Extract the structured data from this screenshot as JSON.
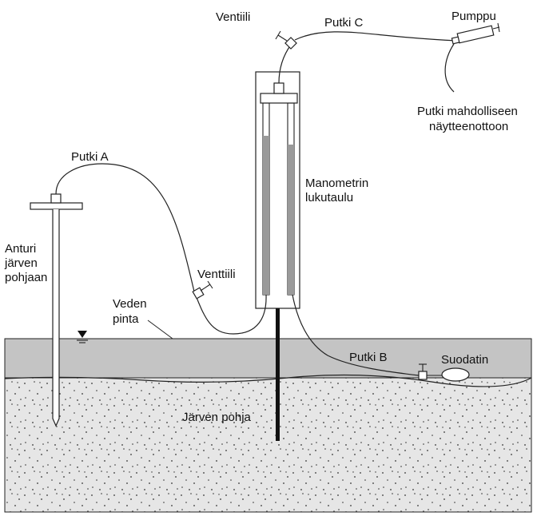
{
  "labels": {
    "ventiili": "Ventiili",
    "putki_c": "Putki C",
    "pumppu": "Pumppu",
    "putki_sampling_1": "Putki mahdolliseen",
    "putki_sampling_2": "näytteenottoon",
    "putki_a": "Putki A",
    "manometer_1": "Manometrin",
    "manometer_2": "lukutaulu",
    "anturi_1": "Anturi",
    "anturi_2": "järven",
    "anturi_3": "pohjaan",
    "venttiili": "Venttiili",
    "veden_1": "Veden",
    "veden_2": "pinta",
    "putki_b": "Putki B",
    "suodatin": "Suodatin",
    "jarven_pohja": "Järven pohja"
  },
  "colors": {
    "water": "#c4c4c4",
    "sediment": "#e6e6e6",
    "manometer_fluid": "#9a9a9a",
    "outline": "#222222"
  },
  "icons": {
    "water_surface_marker": "inverted-triangle-icon",
    "valve": "valve-icon",
    "pump": "syringe-pump-icon",
    "filter": "filter-icon"
  }
}
